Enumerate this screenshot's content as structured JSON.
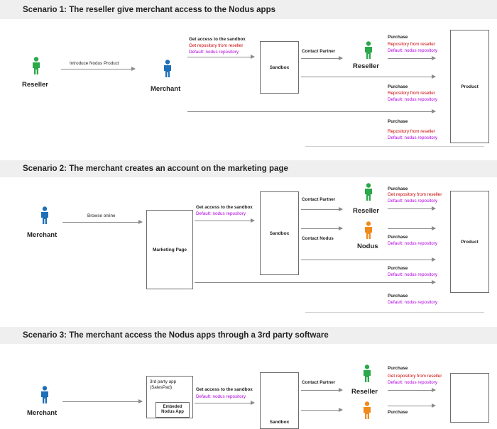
{
  "colors": {
    "reseller": "#2aa84a",
    "merchant": "#1f6fb8",
    "nodus": "#f08a1c",
    "red_text": "#cc0000",
    "purple_text": "#b000e0"
  },
  "icons": {
    "person": "person-icon"
  },
  "scenario1": {
    "title": "Scenario 1: The reseller give merchant access to the Nodus apps",
    "reseller_label": "Reseller",
    "merchant_label": "Merchant",
    "introduce_label": "Introduce Nodus Product",
    "get_access": "Get access to the sandbox",
    "get_repo_reseller": "Get repository from reseller",
    "default_repo": "Default: nodus repository",
    "sandbox": "Sandbox",
    "contact_partner": "Contact Partner",
    "reseller_mid_label": "Reseller",
    "product": "Product",
    "purchase1": {
      "title": "Purchase",
      "line1": "Repository from reseller",
      "line2": "Default: nodus repository"
    },
    "purchase2": {
      "title": "Purchase",
      "line1": "Repository from reseller",
      "line2": "Default: nodus repository"
    },
    "purchase3": {
      "title": "Purchase",
      "line1": "Repository from reseller",
      "line2": "Default: nodus repository"
    }
  },
  "scenario2": {
    "title": "Scenario 2: The merchant creates an account on the marketing page",
    "merchant_label": "Merchant",
    "browse_label": "Browse online",
    "marketing_page": "Marketing Page",
    "get_access": "Get access to the sandbox",
    "default_repo": "Default: nodus repository",
    "sandbox": "Sandbox",
    "contact_partner": "Contact Partner",
    "contact_nodus": "Contact Nodus",
    "reseller_label": "Reseller",
    "nodus_label": "Nodus",
    "product": "Product",
    "purchase1": {
      "title": "Purchase",
      "line1": "Get repository from reseller",
      "line2": "Default: nodus repository"
    },
    "purchase2": {
      "title": "Purchase",
      "line1": "Default: nodus repository"
    },
    "purchase3": {
      "title": "Purchase",
      "line1": "Default: nodus repository"
    },
    "purchase4": {
      "title": "Purchase",
      "line1": "Default: nodus repository"
    }
  },
  "scenario3": {
    "title": "Scenario 3: The merchant access the Nodus apps through a 3rd party software",
    "merchant_label": "Merchant",
    "third_party_line1": "3rd party app",
    "third_party_line2": "(SalesPad)",
    "embedded_line1": "Embeded",
    "embedded_line2": "Nodus App",
    "get_access": "Get access to the sandbox",
    "default_repo": "Default: nodus repository",
    "sandbox": "Sandbox",
    "contact_partner": "Contact Partner",
    "reseller_label": "Reseller",
    "purchase1": {
      "title": "Purchase",
      "line1": "Get repository from reseller",
      "line2": "Default: nodus repository"
    },
    "purchase2": {
      "title": "Purchase"
    }
  }
}
